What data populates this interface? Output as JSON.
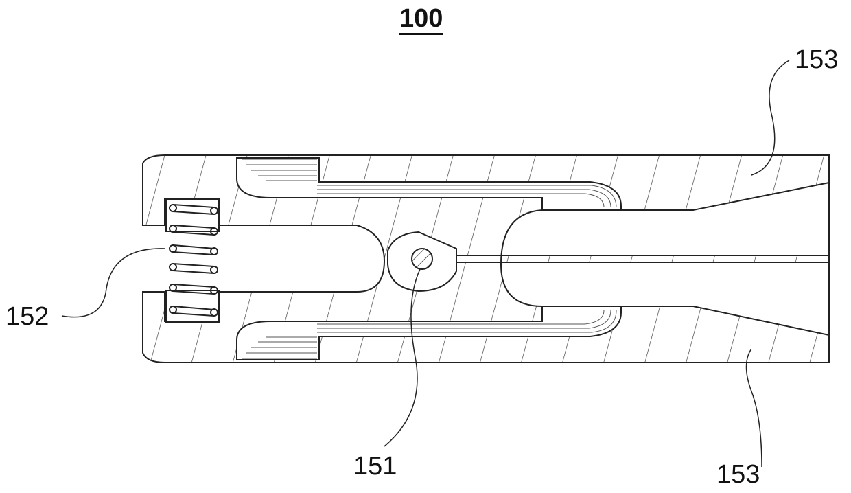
{
  "figure": {
    "title_ref": "100",
    "labels": {
      "ref_153_top": "153",
      "ref_152": "152",
      "ref_151": "151",
      "ref_153_bottom": "153"
    }
  }
}
